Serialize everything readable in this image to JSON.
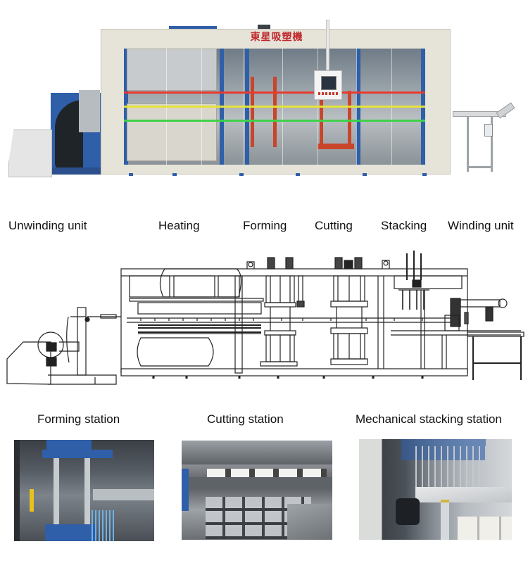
{
  "top_photo": {
    "alt": "Thermoforming machine front view",
    "logo_text": "東星吸塑機",
    "colors": {
      "frame": "#e6e3d8",
      "frame_blue": "#2e5fa8",
      "logo_red": "#c0282d",
      "rail_red": "#e63b2e",
      "rail_yellow": "#e5e23a",
      "rail_green": "#3fd14a"
    }
  },
  "process_labels": [
    {
      "label": "Unwinding unit"
    },
    {
      "label": "Heating"
    },
    {
      "label": "Forming"
    },
    {
      "label": "Cutting"
    },
    {
      "label": "Stacking"
    },
    {
      "label": "Winding unit"
    }
  ],
  "diagram": {
    "alt": "Line drawing side view of thermoforming line: unwinding unit, heating, forming, cutting, stacking, winding unit",
    "stroke_color": "#222222"
  },
  "stations": [
    {
      "label": "Forming station",
      "alt": "Forming station photo"
    },
    {
      "label": "Cutting station",
      "alt": "Cutting station photo"
    },
    {
      "label": "Mechanical stacking station",
      "alt": "Mechanical stacking station photo"
    }
  ]
}
